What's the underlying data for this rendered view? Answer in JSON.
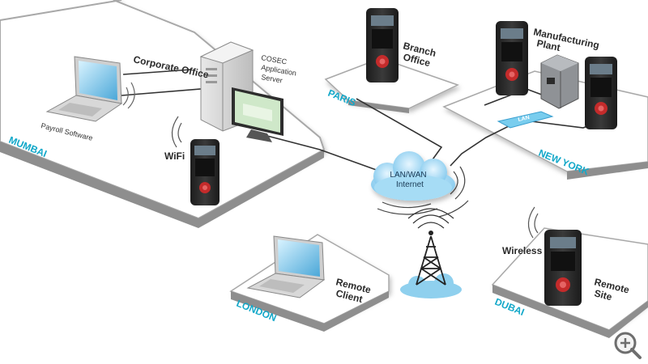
{
  "regions": {
    "mumbai": "MUMBAI",
    "paris": "PARIS",
    "new_york": "NEW YORK",
    "london": "LONDON",
    "dubai": "DUBAI"
  },
  "labels": {
    "corporate_office": "Corporate Office",
    "server_line1": "COSEC",
    "server_line2": "Application",
    "server_line3": "Server",
    "payroll_software": "Payroll Software",
    "wifi": "WiFi",
    "branch_line1": "Branch",
    "branch_line2": "Office",
    "manufacturing_line1": "Manufacturing",
    "manufacturing_line2": "Plant",
    "lan_tag": "LAN",
    "cloud_line1": "LAN/WAN",
    "cloud_line2": "Internet",
    "remote_client_line1": "Remote",
    "remote_client_line2": "Client",
    "wireless": "Wireless",
    "remote_site_line1": "Remote",
    "remote_site_line2": "Site"
  },
  "colors": {
    "region_accent": "#13a8c9",
    "platform_fill": "#ffffff",
    "platform_edge": "#9a9a9a",
    "cloud": "#8fd0ee",
    "device_body": "#2b2b2b"
  },
  "icons": {
    "zoom": "magnifier-plus-icon"
  }
}
